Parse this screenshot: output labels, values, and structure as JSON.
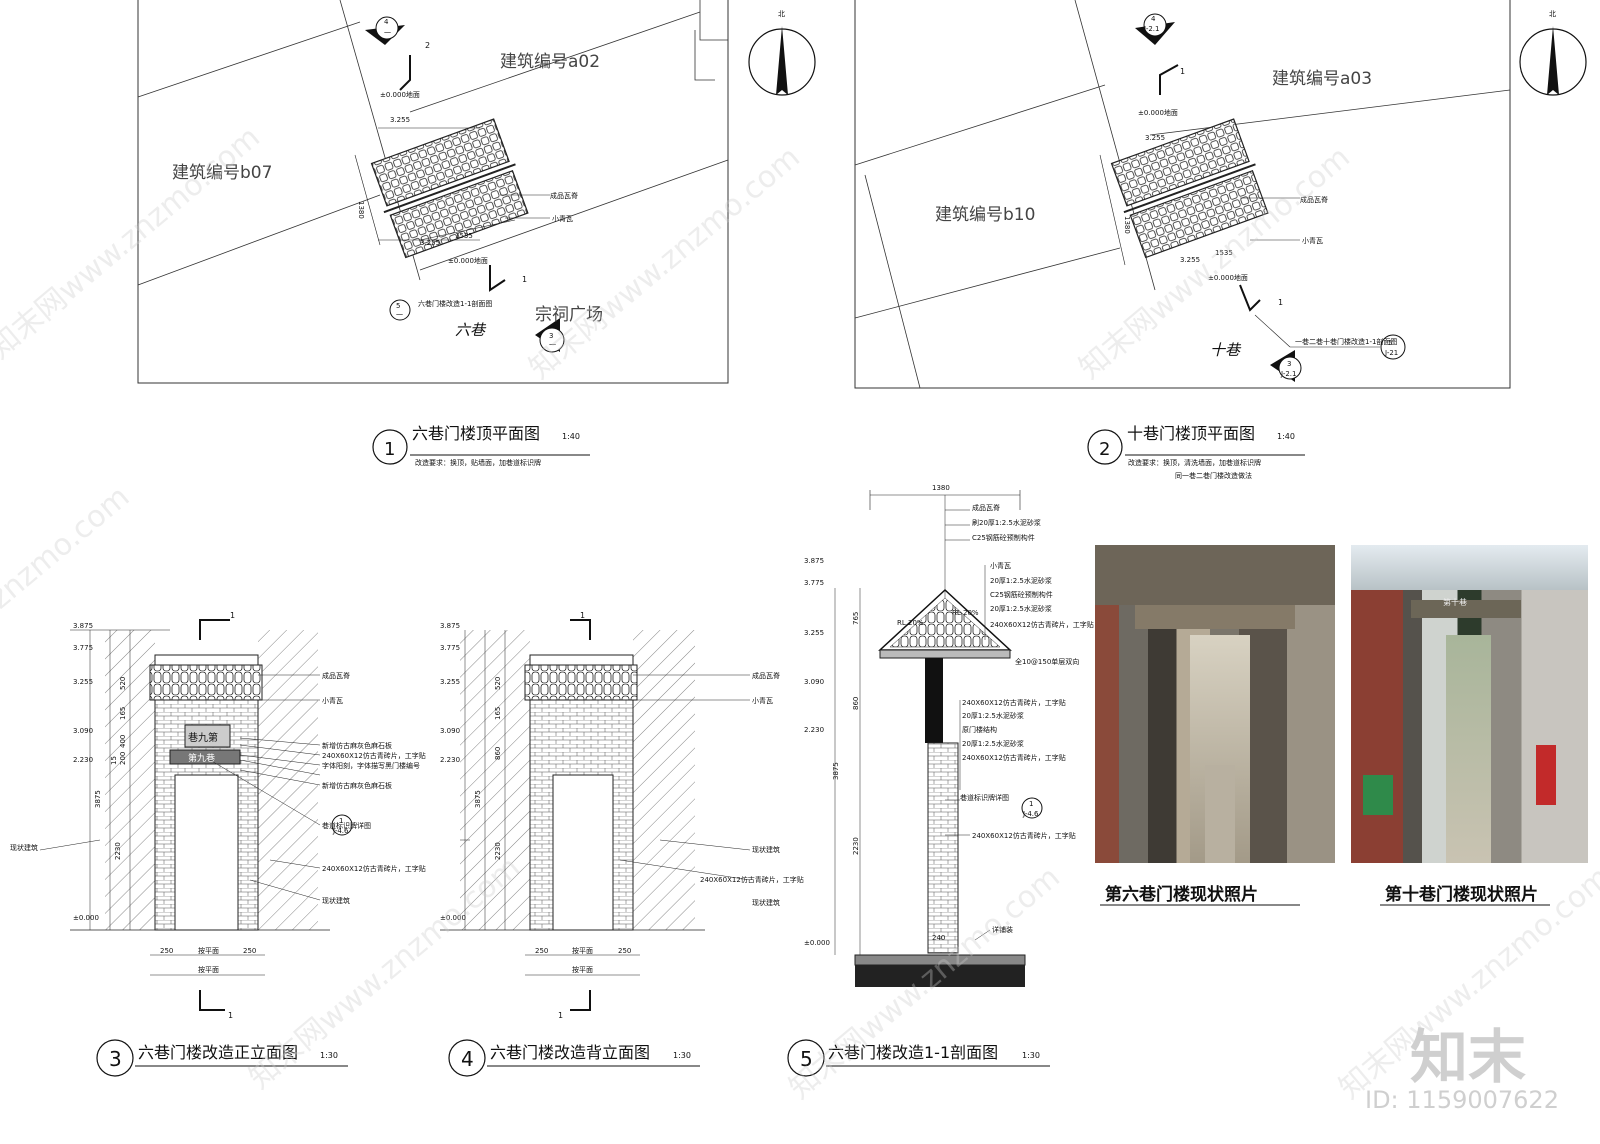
{
  "plans": [
    {
      "building_left": "建筑编号b07",
      "building_right": "建筑编号a02",
      "plaza": "宗祠广场",
      "lane_name": "六巷",
      "title": "六巷门楼顶平面图",
      "scale": "1:40",
      "circle_num": "1",
      "note": "改造要求：换顶，贴墙面，加巷道标识牌",
      "elev_top": "3.255",
      "elev_bot": "3.255",
      "ground_top": "±0.000地面",
      "ground_bot": "±0.000地面",
      "dim_w": "1535",
      "dim_h": "1380",
      "label_tile1": "成品瓦脊",
      "label_tile2": "小青瓦",
      "sym_top": "4",
      "sym_top_sub": "一",
      "sym_side": "3",
      "sym_side_sub": "一",
      "sym_section": "5",
      "sym_section_sub": "一",
      "cut_top": "2",
      "cut_bot": "1",
      "section_note": "六巷门楼改造1-1剖面图"
    },
    {
      "building_left": "建筑编号b10",
      "building_right": "建筑编号a03",
      "lane_name": "十巷",
      "title": "十巷门楼顶平面图",
      "scale": "1:40",
      "circle_num": "2",
      "note": "改造要求：换顶，清洗墙面，加巷道标识牌",
      "note2": "同一巷二巷门楼改造做法",
      "elev_top": "3.255",
      "elev_bot": "3.255",
      "ground_top": "±0.000地面",
      "ground_bot": "±0.000地面",
      "dim_w": "1535",
      "dim_h": "1380",
      "label_tile1": "成品瓦脊",
      "label_tile2": "小青瓦",
      "sym_top": "4",
      "sym_top_sub": "J-2.1",
      "sym_side": "3",
      "sym_side_sub": "J-2.1",
      "sym_section": "5",
      "sym_section_sub": "J-21",
      "cut_top": "1",
      "cut_bot": "1",
      "section_note": "一巷二巷十巷门楼改造1-1剖面图"
    }
  ],
  "north": "北",
  "elevations": [
    {
      "title": "六巷门楼改造正立面图",
      "scale": "1:30",
      "circle_num": "3",
      "sign_top": "巷九第",
      "sign_bottom": "第九巷",
      "levels": [
        "3.875",
        "3.775",
        "3.255",
        "3.090",
        "2.230",
        "±0.000"
      ],
      "dims": [
        "520",
        "165",
        "400",
        "200",
        "15",
        "3875",
        "2230"
      ],
      "bottom_dims": [
        "250",
        "按平面",
        "250"
      ],
      "bottom_note": "按平面",
      "cut": "1",
      "labels": [
        "成品瓦脊",
        "小青瓦",
        "新增仿古麻灰色麻石板",
        "240X60X12仿古青砖片，工字贴",
        "字体阳刻，字体描写黑门楼编号",
        "新增仿古麻灰色麻石板",
        "巷道标识牌详图",
        "现状建筑",
        "240X60X12仿古青砖片，工字贴",
        "现状建筑"
      ],
      "detail_ref": "1",
      "detail_sub": "J-4.6"
    },
    {
      "title": "六巷门楼改造背立面图",
      "scale": "1:30",
      "circle_num": "4",
      "levels": [
        "3.875",
        "3.775",
        "3.255",
        "3.090",
        "2.230",
        "±0.000"
      ],
      "dims": [
        "520",
        "165",
        "860",
        "3875",
        "2230"
      ],
      "bottom_dims": [
        "250",
        "按平面",
        "250"
      ],
      "bottom_note": "按平面",
      "cut": "1",
      "labels": [
        "成品瓦脊",
        "小青瓦",
        "现状建筑",
        "240X60X12仿古青砖片，工字贴",
        "现状建筑"
      ]
    }
  ],
  "section": {
    "title": "六巷门楼改造1-1剖面图",
    "scale": "1:30",
    "circle_num": "5",
    "top_dim": "1380",
    "levels": [
      "3.875",
      "3.775",
      "3.255",
      "3.090",
      "2.230",
      "±0.000"
    ],
    "dims": [
      "765",
      "860",
      "3875",
      "2230"
    ],
    "bottom_dim": "240",
    "slope_l": "RL.20%",
    "slope_r": "RL.20%",
    "labels": [
      "成品瓦脊",
      "刷20厚1:2.5水泥砂浆",
      "C25钢筋砼预制构件",
      "小青瓦",
      "20厚1:2.5水泥砂浆",
      "C25钢筋砼预制构件",
      "20厚1:2.5水泥砂浆",
      "240X60X12仿古青砖片，工字贴",
      "全10@150单层双向",
      "240X60X12仿古青砖片，工字贴",
      "20厚1:2.5水泥砂浆",
      "原门楼结构",
      "20厚1:2.5水泥砂浆",
      "240X60X12仿古青砖片，工字贴",
      "巷道标识牌详图",
      "240X60X12仿古青砖片，工字贴",
      "详铺装"
    ],
    "detail_ref": "1",
    "detail_sub": "J-4.6"
  },
  "photos": [
    {
      "caption": "第六巷门楼现状照片"
    },
    {
      "caption": "第十巷门楼现状照片",
      "sign": "第十巷"
    }
  ],
  "watermark": "znzmo.com",
  "watermark_cn": "知末网www.znzmo.com",
  "brand": "知末",
  "id_label": "ID: 1159007622"
}
